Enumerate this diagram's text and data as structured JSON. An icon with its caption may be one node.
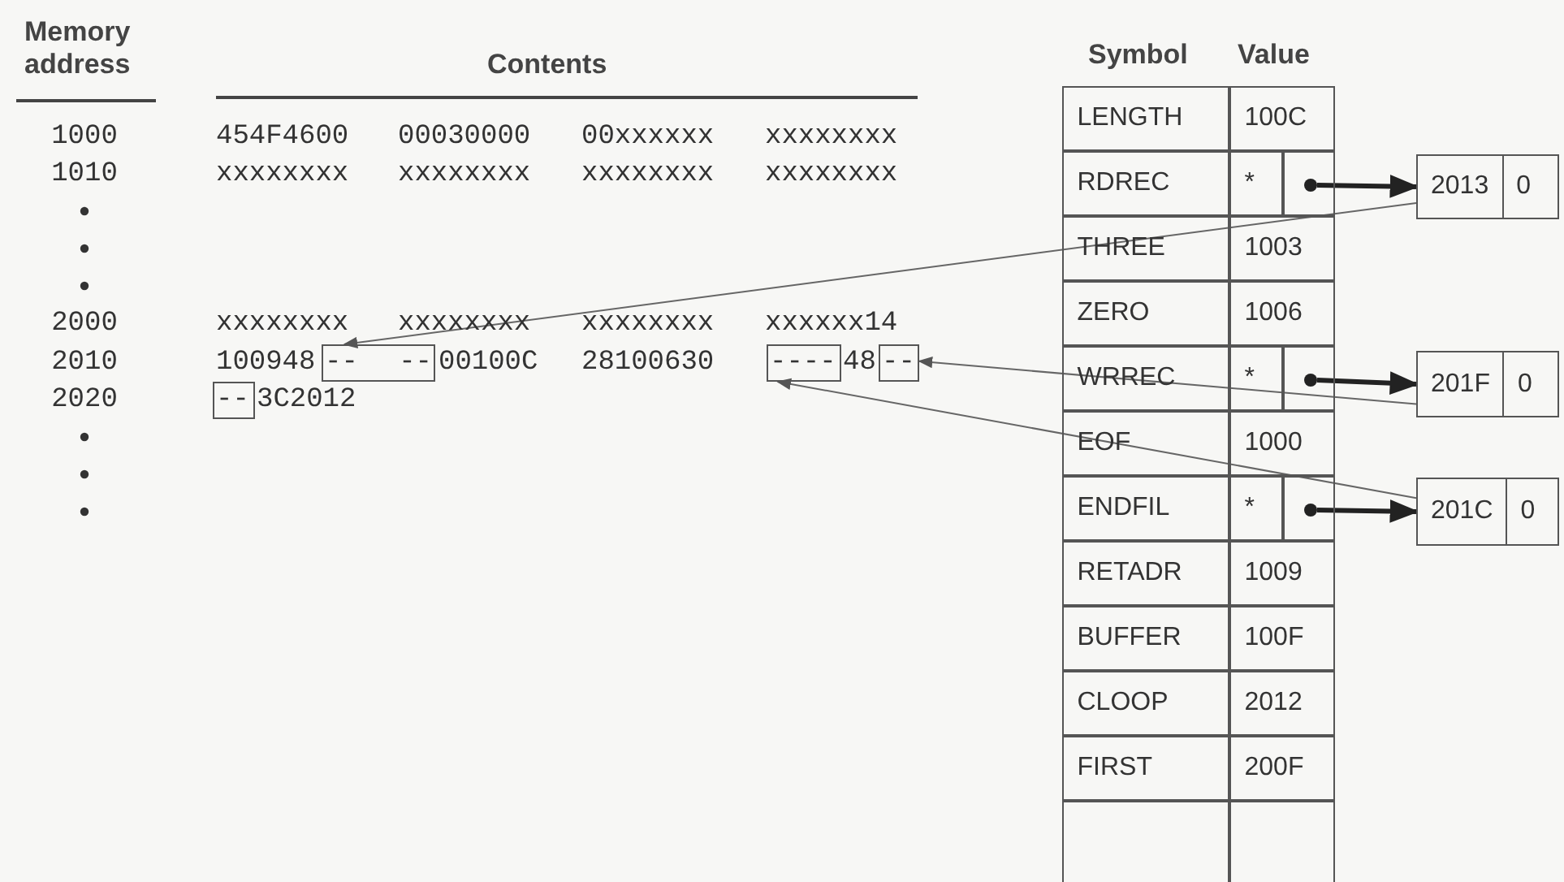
{
  "diagram": {
    "nodes": [
      {
        "text": [
          "--",
          "--"
        ]
      },
      {
        "text": [
          "----"
        ]
      },
      {
        "text": [
          "--"
        ]
      },
      {
        "text": [
          "--"
        ]
      },
      {
        "text": [],
        "shape": "circle"
      },
      {
        "text": [
          "2013",
          "0"
        ]
      },
      {
        "text": [],
        "shape": "circle"
      },
      {
        "text": [
          "201F",
          "0"
        ]
      },
      {
        "text": [],
        "shape": "circle"
      },
      {
        "text": [
          "201C",
          "0"
        ]
      }
    ],
    "edges": [
      {
        "from": 4,
        "to": 5,
        "arrow": "to",
        "style": "thick"
      },
      {
        "from": 5,
        "to": 0,
        "arrow": "to"
      },
      {
        "from": 6,
        "to": 7,
        "arrow": "to",
        "style": "thick"
      },
      {
        "from": 7,
        "to": 2,
        "arrow": "to"
      },
      {
        "from": 8,
        "to": 9,
        "arrow": "to",
        "style": "thick"
      },
      {
        "from": 9,
        "to": 1,
        "arrow": "to"
      }
    ],
    "labels": [
      "Memory address",
      "Contents",
      "Symbol",
      "Value",
      "1000",
      "454F4600",
      "00030000",
      "00xxxxxx",
      "xxxxxxxx",
      "1010",
      "xxxxxxxx",
      "xxxxxxxx",
      "xxxxxxxx",
      "xxxxxxxx",
      "2000",
      "xxxxxxxx",
      "xxxxxxxx",
      "xxxxxxxx",
      "xxxxxx14",
      "2010",
      "100948",
      "00100C",
      "28100630",
      "48",
      "2020",
      "3C2012",
      "LENGTH",
      "100C",
      "RDREC",
      "*",
      "THREE",
      "1003",
      "ZERO",
      "1006",
      "WRREC",
      "*",
      "EOF",
      "1000",
      "ENDFIL",
      "*",
      "RETADR",
      "1009",
      "BUFFER",
      "100F",
      "CLOOP",
      "2012",
      "FIRST",
      "200F"
    ]
  }
}
